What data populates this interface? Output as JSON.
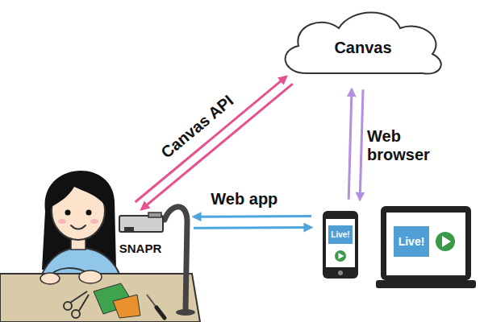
{
  "diagram": {
    "nodes": [
      {
        "text": [
          "Canvas"
        ]
      },
      {
        "text": [
          "SNAPR"
        ]
      },
      {
        "text": [
          "Live!"
        ]
      },
      {
        "text": [
          "Live!"
        ]
      }
    ],
    "edges": [
      {
        "from": 1,
        "to": 0,
        "arrow": "to",
        "label": "Canvas API"
      },
      {
        "from": 0,
        "to": 1,
        "arrow": "to"
      },
      {
        "from": 1,
        "to": 2,
        "arrow": "to",
        "label": "Web app"
      },
      {
        "from": 2,
        "to": 1,
        "arrow": "to"
      },
      {
        "from": 2,
        "to": 0,
        "arrow": "to",
        "label": "Web browser"
      },
      {
        "from": 0,
        "to": 2,
        "arrow": "to"
      }
    ]
  }
}
